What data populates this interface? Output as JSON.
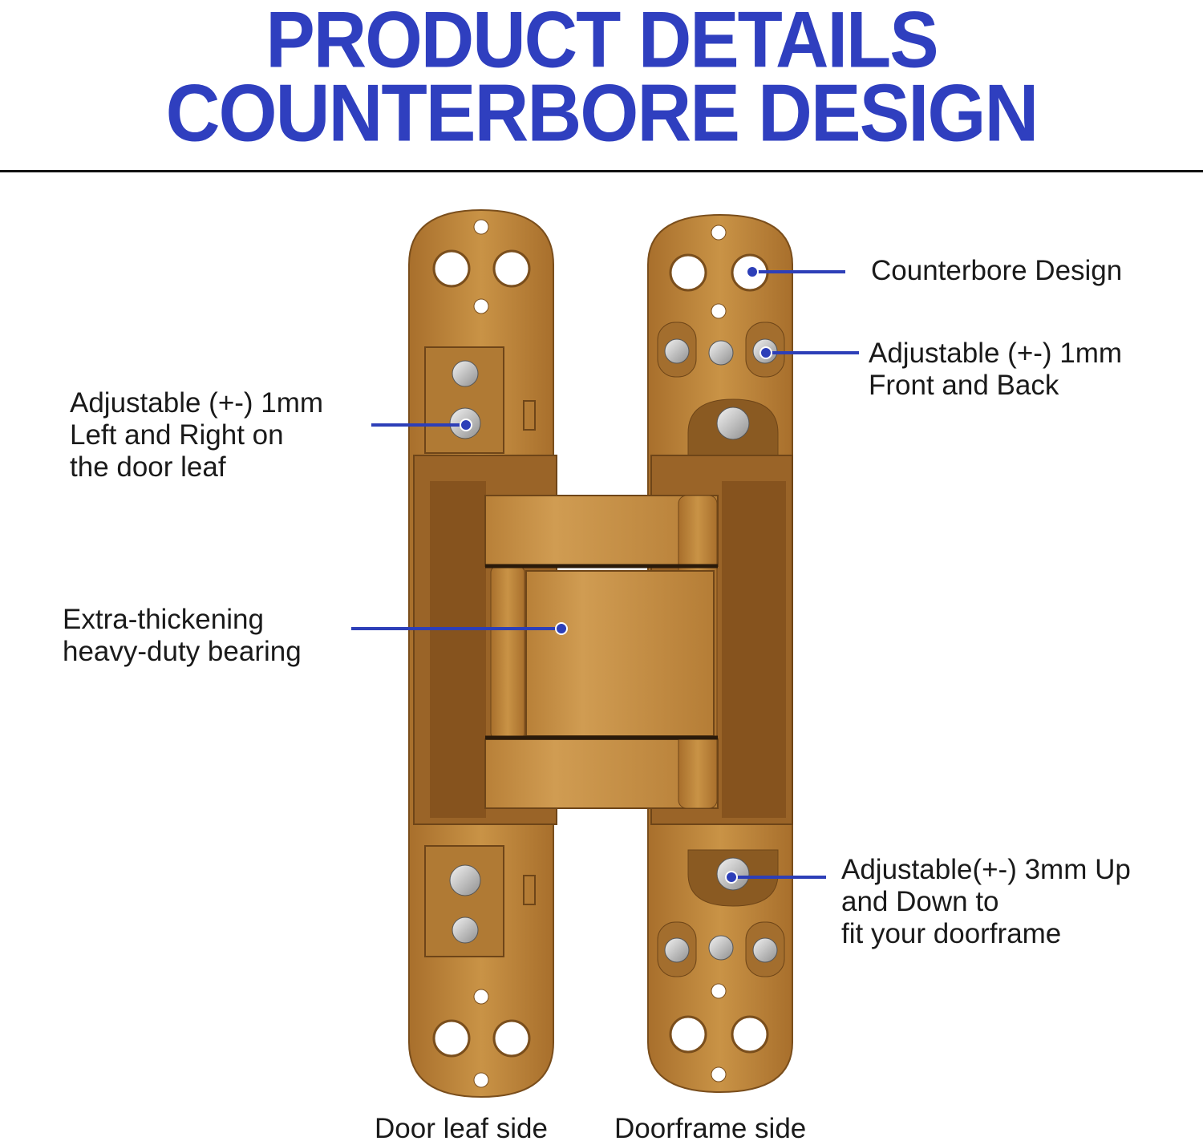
{
  "title": {
    "line1": "PRODUCT DETAILS",
    "line2": "COUNTERBORE DESIGN"
  },
  "callouts": {
    "counterbore": "Counterbore Design",
    "front_back": [
      "Adjustable (+-) 1mm",
      "Front and Back"
    ],
    "left_right": [
      "Adjustable (+-) 1mm",
      "Left and Right on",
      "the door leaf"
    ],
    "bearing": [
      "Extra-thickening",
      "heavy-duty bearing"
    ],
    "up_down": [
      "Adjustable(+-) 3mm Up",
      "and Down to",
      "fit your doorframe"
    ]
  },
  "captions": {
    "door_leaf": "Door leaf side",
    "doorframe": "Doorframe side"
  },
  "colors": {
    "title_blue": "#2f3fbf",
    "callout_blue": "#2d3fb8",
    "hinge_gold": "#c08a3e",
    "hinge_shadow": "#8a5a22"
  }
}
